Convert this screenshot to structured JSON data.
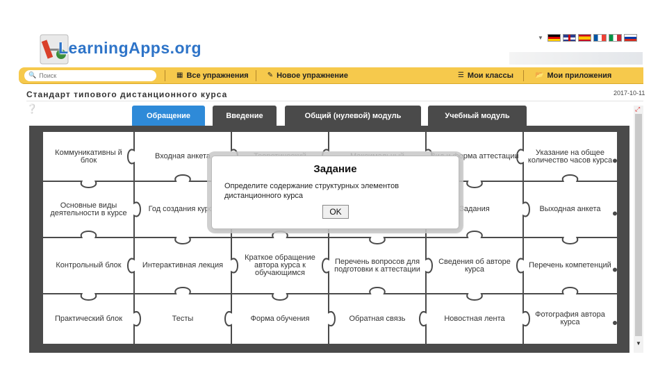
{
  "app": {
    "logo_text": "LearningApps.org"
  },
  "languages": [
    "de",
    "en",
    "es",
    "fr",
    "it",
    "ru"
  ],
  "toolbar": {
    "search_placeholder": "Поиск",
    "all_exercises": "Все упражнения",
    "new_exercise": "Новое упражнение",
    "my_classes": "Мои классы",
    "my_apps": "Мои приложения"
  },
  "page": {
    "title": "Стандарт типового дистанционного курса",
    "date": "2017-10-11"
  },
  "tabs": [
    {
      "label": "Обращение",
      "active": true
    },
    {
      "label": "Введение",
      "active": false
    },
    {
      "label": "Общий (нулевой) модуль",
      "active": false
    },
    {
      "label": "Учебный модуль",
      "active": false
    }
  ],
  "puzzle": {
    "rows": [
      [
        "Коммуникативны й блок",
        "Входная анкета",
        "Теоретический",
        "Максимальный",
        "Вид и форма аттестации",
        "Указание на общее количество часов курса"
      ],
      [
        "Основные виды деятельности в курсе",
        "Год создания курса",
        "",
        "",
        "Задания",
        "Выходная анкета"
      ],
      [
        "Контрольный блок",
        "Интерактивная лекция",
        "Краткое обращение автора курса к обучающимся",
        "Перечень вопросов для подготовки к аттестации",
        "Сведения об авторе курса",
        "Перечень компетенций"
      ],
      [
        "Практический блок",
        "Тесты",
        "Форма обучения",
        "Обратная связь",
        "Новостная лента",
        "Фотография автора курса"
      ]
    ]
  },
  "dialog": {
    "title": "Задание",
    "text": "Определите содержание структурных элементов дистанционного курса",
    "ok_label": "OK"
  },
  "colors": {
    "accent_tab": "#2e8ad8",
    "toolbar": "#f6c94c",
    "board": "#4a4a4a",
    "logo": "#2e74c8"
  }
}
